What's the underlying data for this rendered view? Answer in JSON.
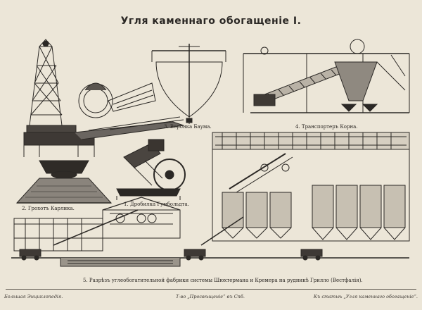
{
  "plate": {
    "title": "Угля каменнаго обогащеніе I.",
    "figures": [
      {
        "id": "fig2",
        "caption": "2. Грохотъ Карлика."
      },
      {
        "id": "fig3",
        "caption": "3. Воронка Баума."
      },
      {
        "id": "fig4",
        "caption": "4. Транспортеръ Корна."
      },
      {
        "id": "fig1",
        "caption": "1. Дробилка Гумбольдта."
      },
      {
        "id": "fig5",
        "caption": "5. Разрѣзъ углеобогатительной фабрики системы Шюхтермана и Кремера на рудникѣ Грилло (Вестфалія)."
      }
    ],
    "footer": {
      "left": "Большая Энциклопедія.",
      "center": "Т-во „Просвѣщеніе“ въ Спб.",
      "right": "Къ статьѣ „Угля каменнаго обогащеніе“."
    }
  }
}
